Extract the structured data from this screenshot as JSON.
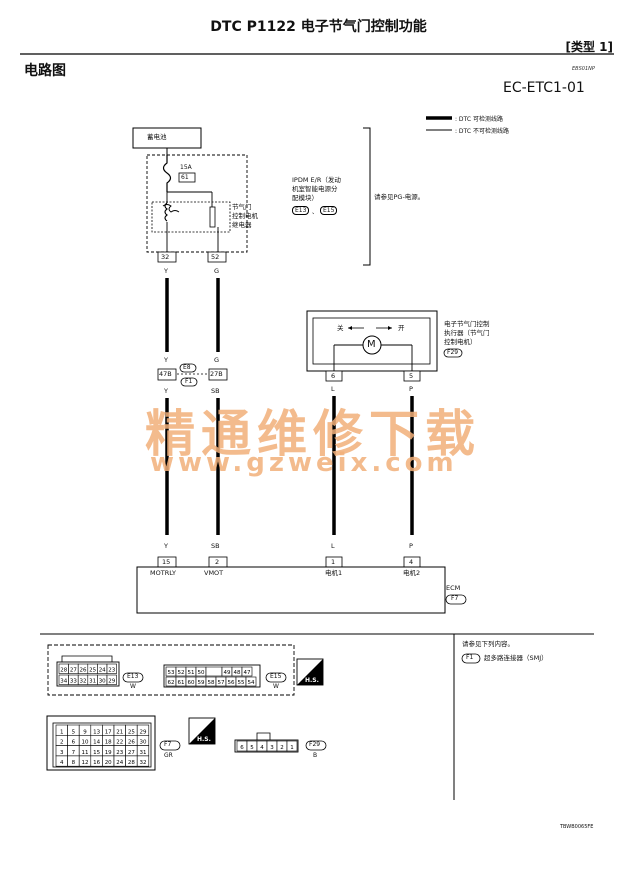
{
  "header": {
    "title": "DTC P1122 电子节气门控制功能",
    "type_tag": "[类型 1]",
    "section": "电路图",
    "section_code": "EBS01NP",
    "diagram_id": "EC-ETC1-01"
  },
  "legend": {
    "detectable": ": DTC 可检测线路",
    "not_detectable": ": DTC 不可检测线路"
  },
  "battery": "蓄电池",
  "fuse": {
    "rating": "15A",
    "number": "61"
  },
  "relay": [
    "节气门",
    "控制电机",
    "继电器"
  ],
  "ipdm": {
    "lines": [
      "IPDM E/R（发动",
      "机室智能电源分",
      "配模块）"
    ],
    "connector_a": "E13",
    "sep": "、",
    "connector_b": "E15"
  },
  "pg_note": "请参见PG-电源。",
  "ipdm_pins": [
    "32",
    "52"
  ],
  "wire_colors_top": [
    "Y",
    "G"
  ],
  "inline_connector": {
    "pins": [
      "47B",
      "27B"
    ],
    "colors": [
      "Y",
      "G"
    ],
    "codes": [
      "E8",
      "F1"
    ],
    "below_colors": [
      "Y",
      "SB"
    ]
  },
  "actuator": {
    "close": "关",
    "open": "开",
    "motor": "M",
    "lines": [
      "电子节气门控制",
      "执行器（节气门",
      "控制电机）"
    ],
    "connector": "F29",
    "pins": [
      "6",
      "5"
    ],
    "colors": [
      "L",
      "P"
    ]
  },
  "watermark": {
    "cn": "精通维修下载",
    "url": "www.gzweix.com"
  },
  "ecm": {
    "wire_colors": [
      "Y",
      "SB",
      "L",
      "P"
    ],
    "pins": [
      "15",
      "2",
      "1",
      "4"
    ],
    "labels": [
      "MOTRLY",
      "VMOT",
      "电机1",
      "电机2"
    ],
    "name": "ECM",
    "connector": "F7"
  },
  "connectors": {
    "e13": {
      "row1": [
        "28",
        "27",
        "26",
        "25",
        "24",
        "23"
      ],
      "row2": [
        "34",
        "33",
        "32",
        "31",
        "30",
        "29"
      ],
      "code": "E13",
      "color": "W"
    },
    "e15": {
      "row1": [
        "53",
        "52",
        "51",
        "50",
        "",
        "49",
        "48",
        "47"
      ],
      "row2": [
        "62",
        "61",
        "60",
        "59",
        "58",
        "57",
        "56",
        "55",
        "54"
      ],
      "code": "E15",
      "color": "W"
    },
    "hs": "H.S.",
    "f7": {
      "rows": [
        [
          "1",
          "5",
          "9",
          "13",
          "17",
          "21",
          "25",
          "29"
        ],
        [
          "2",
          "6",
          "10",
          "14",
          "18",
          "22",
          "26",
          "30"
        ],
        [
          "3",
          "7",
          "11",
          "15",
          "19",
          "23",
          "27",
          "31"
        ],
        [
          "4",
          "8",
          "12",
          "16",
          "20",
          "24",
          "28",
          "32"
        ]
      ],
      "code": "F7",
      "color": "GR"
    },
    "f29": {
      "pins": [
        "6",
        "5",
        "4",
        "3",
        "2",
        "1"
      ],
      "code": "F29",
      "color": "B"
    }
  },
  "refer": {
    "title": "请参见下列内容。",
    "code": "F1",
    "text": "超多路连接器（SMJ）"
  },
  "footer_code": "TBWB0065FE"
}
